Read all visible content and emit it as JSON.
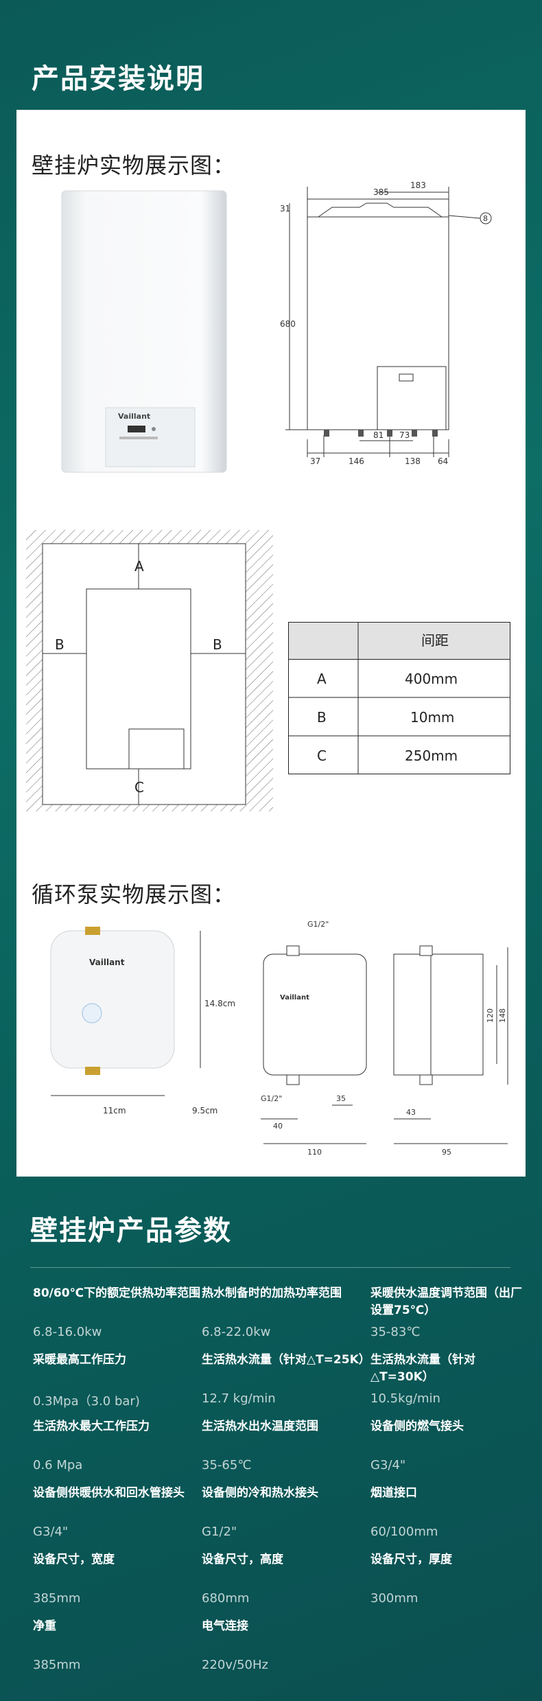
{
  "header": {
    "title": "产品安装说明"
  },
  "boiler_section": {
    "title": "壁挂炉实物展示图：",
    "brand": "Vaillant"
  },
  "dimension_labels": {
    "width": "385",
    "half": "183",
    "height": "680",
    "top": "31",
    "callout": "8",
    "pipe_gap1": "81",
    "pipe_gap2": "73",
    "left": "37",
    "mid": "146",
    "mid2": "138",
    "right": "64"
  },
  "clearance_diagram": {
    "a": "A",
    "b": "B",
    "c": "C"
  },
  "clearance_table": {
    "header": "间距",
    "rows": [
      {
        "key": "A",
        "value": "400mm"
      },
      {
        "key": "B",
        "value": "10mm"
      },
      {
        "key": "C",
        "value": "250mm"
      }
    ]
  },
  "pump_section": {
    "title": "循环泵实物展示图：",
    "brand": "Vaillant",
    "photo_dims": {
      "height": "14.8cm",
      "width": "11cm",
      "depth": "9.5cm"
    },
    "front_dims": {
      "thread_top": "G1/2\"",
      "thread_bottom": "G1/2\"",
      "left": "40",
      "right": "35",
      "total": "110"
    },
    "side_dims": {
      "depth": "43",
      "total": "95",
      "h1": "120",
      "h2": "148"
    }
  },
  "params": {
    "title": "壁挂炉产品参数",
    "items": [
      {
        "label": "80/60℃下的额定供热功率范围",
        "value": "6.8-16.0kw"
      },
      {
        "label": "热水制备时的加热功率范围",
        "value": "6.8-22.0kw"
      },
      {
        "label": "采暖供水温度调节范围（出厂设置75℃）",
        "value": "35-83℃"
      },
      {
        "label": "采暖最高工作压力",
        "value": "0.3Mpa（3.0 bar)"
      },
      {
        "label": "生活热水流量（针对△T=25K）",
        "value": "12.7 kg/min"
      },
      {
        "label": "生活热水流量（针对△T=30K）",
        "value": "10.5kg/min"
      },
      {
        "label": "生活热水最大工作压力",
        "value": "0.6 Mpa"
      },
      {
        "label": "生活热水出水温度范围",
        "value": "35-65℃"
      },
      {
        "label": "设备侧的燃气接头",
        "value": "G3/4\""
      },
      {
        "label": "设备侧供暖供水和回水管接头",
        "value": "G3/4\""
      },
      {
        "label": "设备侧的冷和热水接头",
        "value": "G1/2\""
      },
      {
        "label": "烟道接口",
        "value": "60/100mm"
      },
      {
        "label": "设备尺寸，宽度",
        "value": "385mm"
      },
      {
        "label": "设备尺寸，高度",
        "value": "680mm"
      },
      {
        "label": "设备尺寸，厚度",
        "value": "300mm"
      },
      {
        "label": "净重",
        "value": "385mm"
      },
      {
        "label": "电气连接",
        "value": "220v/50Hz"
      }
    ]
  }
}
